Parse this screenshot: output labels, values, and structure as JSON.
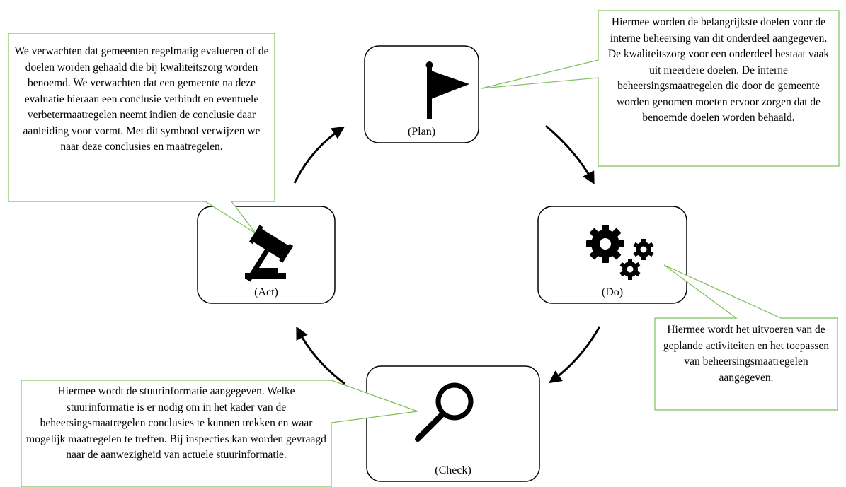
{
  "diagram": {
    "stages": {
      "plan": {
        "label": "(Plan)",
        "icon": "flag-icon"
      },
      "do": {
        "label": "(Do)",
        "icon": "gears-icon"
      },
      "check": {
        "label": "(Check)",
        "icon": "magnifier-icon"
      },
      "act": {
        "label": "(Act)",
        "icon": "gavel-icon"
      }
    },
    "callouts": {
      "plan": "Hiermee  worden de belangrijkste doelen voor de interne beheersing van dit onderdeel aangegeven. De kwaliteitszorg  voor een onderdeel bestaat vaak uit meerdere doelen. De interne  beheersingsmaatregelen  die door de gemeente  worden genomen moeten ervoor zorgen dat de benoemde doelen worden behaald.",
      "do": "Hiermee  wordt het uitvoeren van de geplande activiteiten  en het toepassen van beheersingsmaatregelen aangegeven.",
      "check": "Hiermee wordt de stuurinformatie  aangegeven. Welke stuurinformatie  is er nodig om in het kader van de beheersingsmaatregelen  conclusies te kunnen trekken en waar mogelijk  maatregelen  te treffen. Bij inspecties kan worden gevraagd naar de aanwezigheid  van actuele stuurinformatie.",
      "act": "We verwachten dat gemeenten regelmatig evalueren  of de doelen worden gehaald die bij kwaliteitszorg  worden benoemd. We verwachten dat een gemeente  na deze evaluatie hieraan een conclusie verbindt en eventuele verbetermaatregelen  neemt indien de conclusie daar aanleiding  voor vormt. Met dit symbool verwijzen  we naar deze conclusies en maatregelen."
    },
    "colors": {
      "callout_border": "#7dc05a",
      "box_border": "#000000",
      "arrow": "#000000"
    }
  }
}
